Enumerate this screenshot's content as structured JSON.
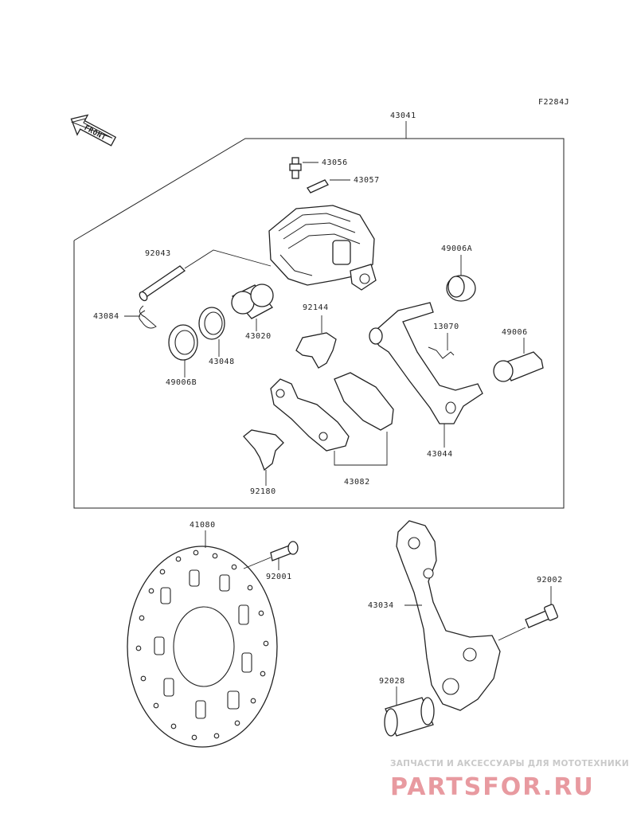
{
  "diagram": {
    "ref_code": "F2284J",
    "front_label": "FRONT",
    "labels": {
      "assembly": "43041",
      "bleeder": "43056",
      "cap": "43057",
      "pin": "92043",
      "clip": "43084",
      "piston": "43020",
      "seal_a": "43048",
      "seal_b": "49006B",
      "spring": "92144",
      "boot_a": "49006A",
      "spring_clip": "13070",
      "boot": "49006",
      "holder": "43044",
      "pads": "43082",
      "shim": "92180",
      "disc": "41080",
      "disc_bolt": "92001",
      "bracket": "43034",
      "bracket_bolt": "92002",
      "collar": "92028"
    }
  },
  "watermark": {
    "tagline": "ЗАПЧАСТИ И АКСЕССУАРЫ ДЛЯ МОТОТЕХНИКИ",
    "logo": "PARTSFOR.RU"
  }
}
